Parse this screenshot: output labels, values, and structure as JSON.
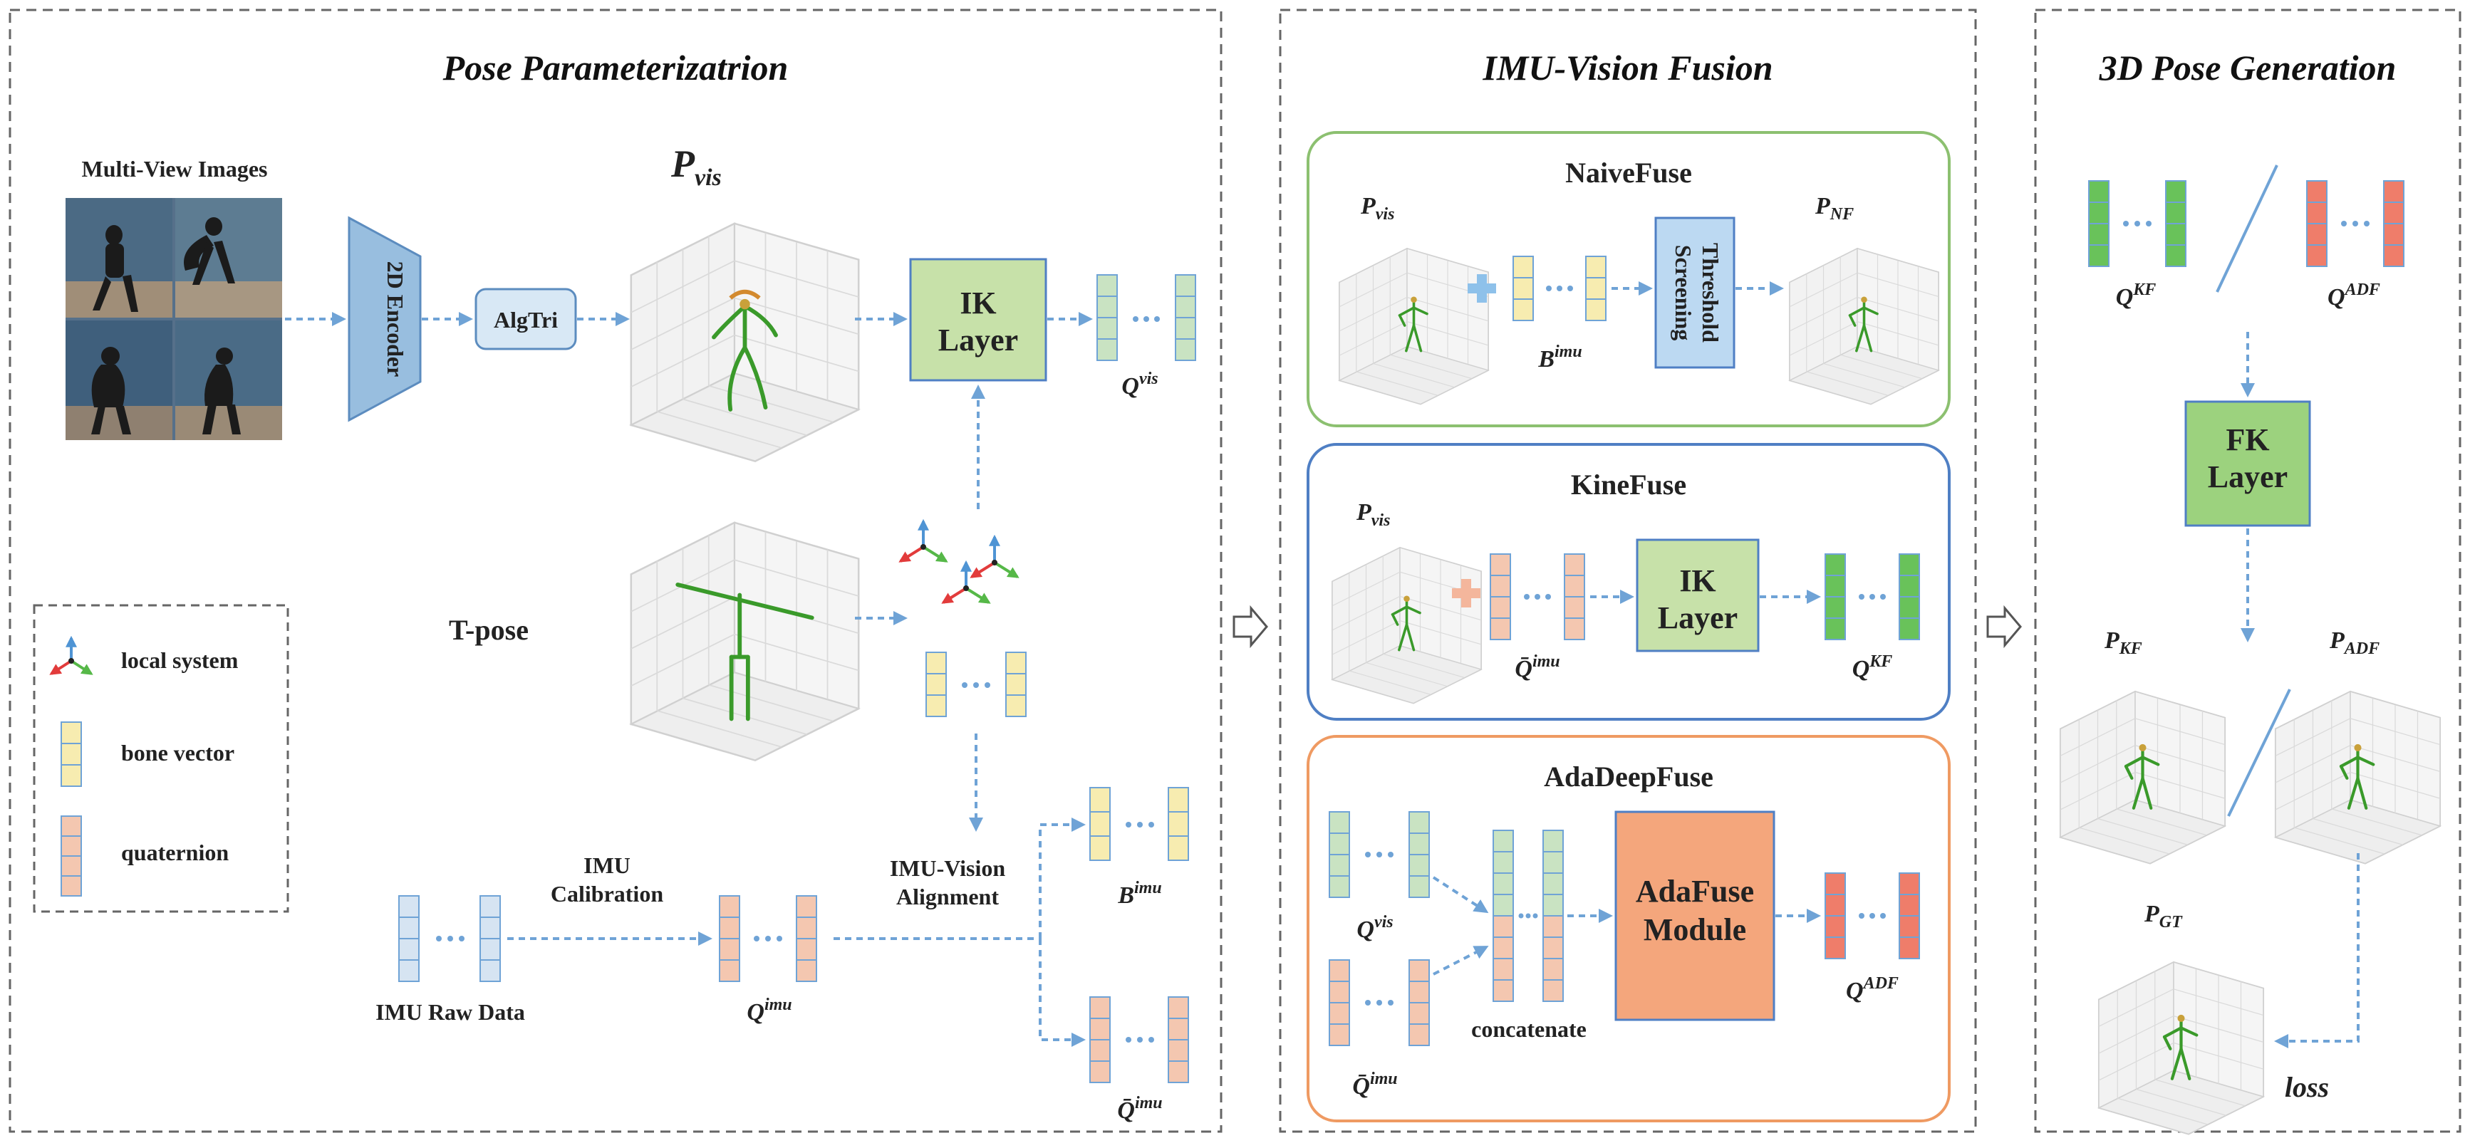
{
  "panels": {
    "pose_param": {
      "title": "Pose Parameterizatrion"
    },
    "fusion": {
      "title": "IMU-Vision Fusion"
    },
    "generation": {
      "title": "3D Pose Generation"
    }
  },
  "pose_param": {
    "multi_view_label": "Multi-View Images",
    "encoder_label": "2D Encoder",
    "algtri_label": "AlgTri",
    "pvis_label": "P",
    "pvis_sub": "vis",
    "ik_label": "IK Layer",
    "qvis_label": "Q",
    "qvis_sup": "vis",
    "tpose_label": "T-pose",
    "legend": {
      "local_system": "local system",
      "bone_vector": "bone vector",
      "quaternion": "quaternion"
    },
    "imu_calibration": "IMU Calibration",
    "imu_vision_alignment": "IMU-Vision Alignment",
    "imu_raw_data": "IMU Raw Data",
    "qimu_label": "Q",
    "qimu_sup": "imu",
    "bimu_label": "B",
    "bimu_sup": "imu",
    "qbar_imu_label": "Q̄",
    "qbar_imu_sup": "imu"
  },
  "fusion": {
    "naive": {
      "title": "NaiveFuse",
      "pvis": "P",
      "pvis_sub": "vis",
      "bimu": "B",
      "bimu_sup": "imu",
      "threshold": "Threshold Screening",
      "pnf": "P",
      "pnf_sub": "NF"
    },
    "kine": {
      "title": "KineFuse",
      "pvis": "P",
      "pvis_sub": "vis",
      "qbar": "Q̄",
      "qbar_sup": "imu",
      "ik": "IK Layer",
      "qkf": "Q",
      "qkf_sup": "KF"
    },
    "ada": {
      "title": "AdaDeepFuse",
      "qvis": "Q",
      "qvis_sup": "vis",
      "qbar": "Q̄",
      "qbar_sup": "imu",
      "concatenate": "concatenate",
      "module": "AdaFuse Module",
      "qadf": "Q",
      "qadf_sup": "ADF"
    }
  },
  "generation": {
    "qkf": "Q",
    "qkf_sup": "KF",
    "qadf": "Q",
    "qadf_sup": "ADF",
    "fk": "FK Layer",
    "pkf": "P",
    "pkf_sub": "KF",
    "padf": "P",
    "padf_sub": "ADF",
    "pgt": "P",
    "pgt_sub": "GT",
    "loss": "loss"
  },
  "colors": {
    "green_cell": "#a9d7a0",
    "green_dark": "#69c25a",
    "yellow_cell": "#f7ecb0",
    "salmon_cell": "#f4c7b0",
    "salmon_dark": "#ef7d6a",
    "blue_cell": "#d6e4f2",
    "ik_fill": "#c7e1a9",
    "threshold_fill": "#bcd9f2",
    "adafuse_fill": "#f4a67c",
    "fk_fill": "#9cd27e",
    "arrow": "#6fa3d6",
    "naive_border": "#8cc070",
    "kine_border": "#4f7fc4",
    "ada_border": "#ef9a62"
  }
}
